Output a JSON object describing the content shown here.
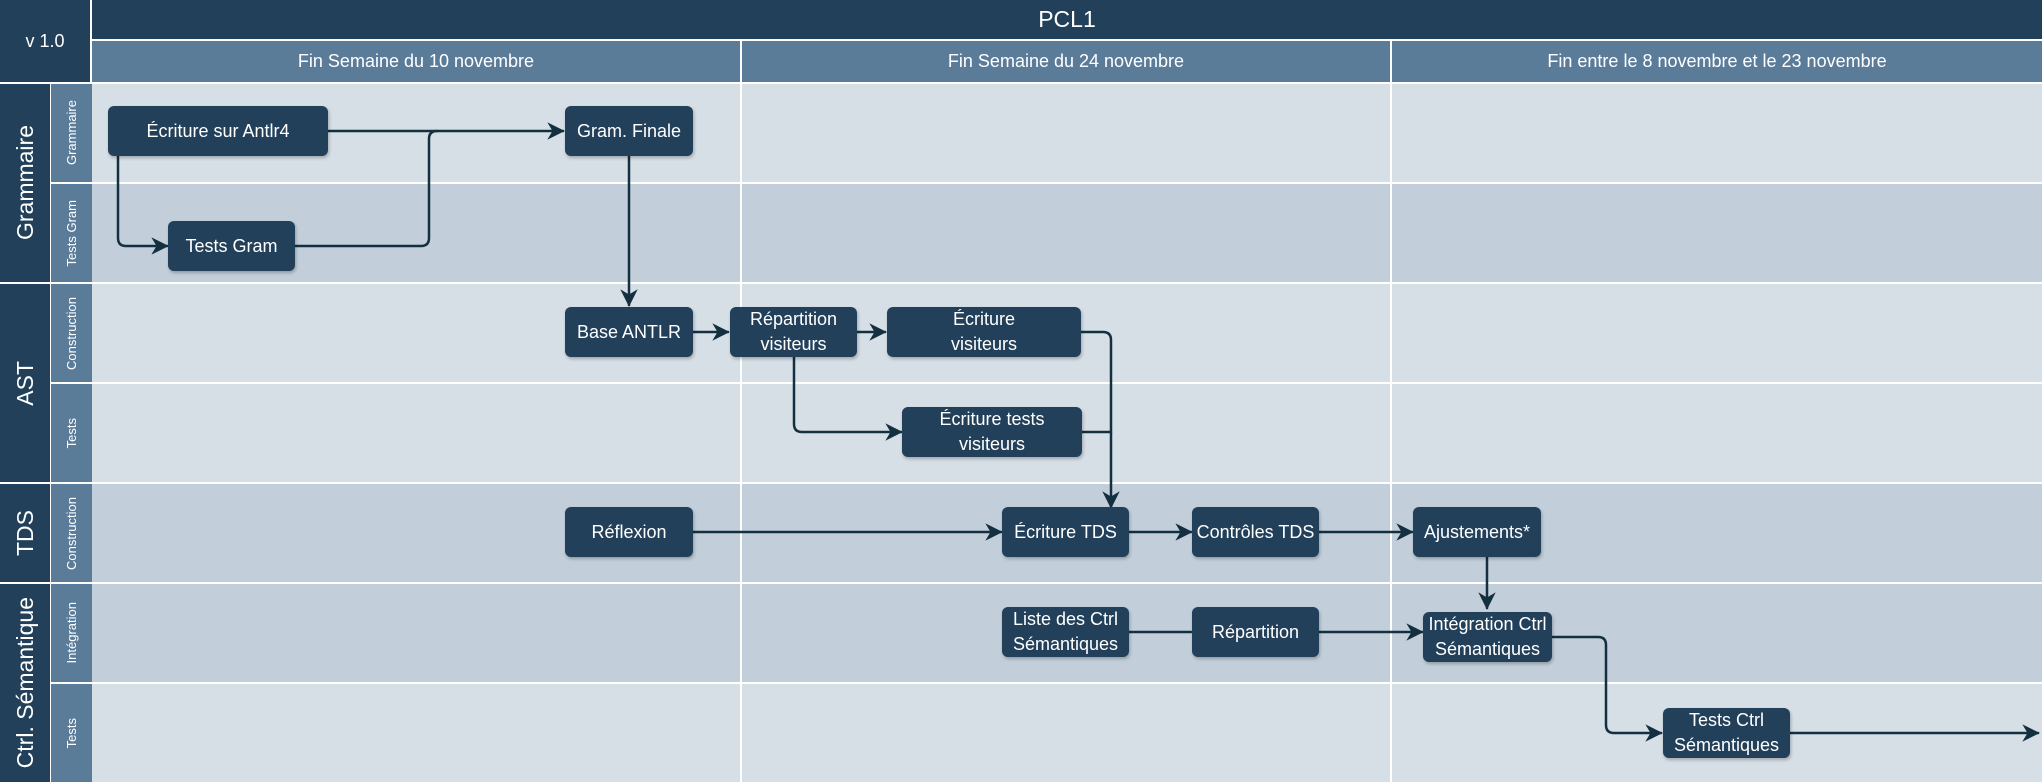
{
  "version": "v 1.0",
  "title": "PCL1",
  "columns": [
    "Fin Semaine du 10 novembre",
    "Fin Semaine du 24 novembre",
    "Fin entre le 8 novembre et le 23 novembre"
  ],
  "pools": [
    {
      "label": "Grammaire",
      "lanes": [
        "Grammaire",
        "Tests Gram"
      ]
    },
    {
      "label": "AST",
      "lanes": [
        "Construction",
        "Tests"
      ]
    },
    {
      "label": "TDS",
      "lanes": [
        "Construction"
      ]
    },
    {
      "label": "Ctrl. Sémantique",
      "lanes": [
        "Intégration",
        "Tests"
      ]
    }
  ],
  "nodes": {
    "ecriture_antlr4": "Écriture sur Antlr4",
    "gram_finale": "Gram. Finale",
    "tests_gram": "Tests Gram",
    "base_antlr": "Base ANTLR",
    "repartition_visiteurs": "Répartition\nvisiteurs",
    "ecriture_visiteurs": "Écriture\nvisiteurs",
    "ecriture_tests_visiteurs": "Écriture tests\nvisiteurs",
    "reflexion": "Réflexion",
    "ecriture_tds": "Écriture TDS",
    "controles_tds": "Contrôles TDS",
    "ajustements": "Ajustements*",
    "liste_ctrl": "Liste des Ctrl\nSémantiques",
    "repartition": "Répartition",
    "integration_ctrl": "Intégration Ctrl\nSémantiques",
    "tests_ctrl": "Tests Ctrl\nSémantiques"
  },
  "colors": {
    "header": "#22405a",
    "subheader": "#5b7c99",
    "lane_light": "#d6dee6",
    "lane_dark": "#c2cfda",
    "node": "#22405a",
    "edge": "#143040"
  }
}
